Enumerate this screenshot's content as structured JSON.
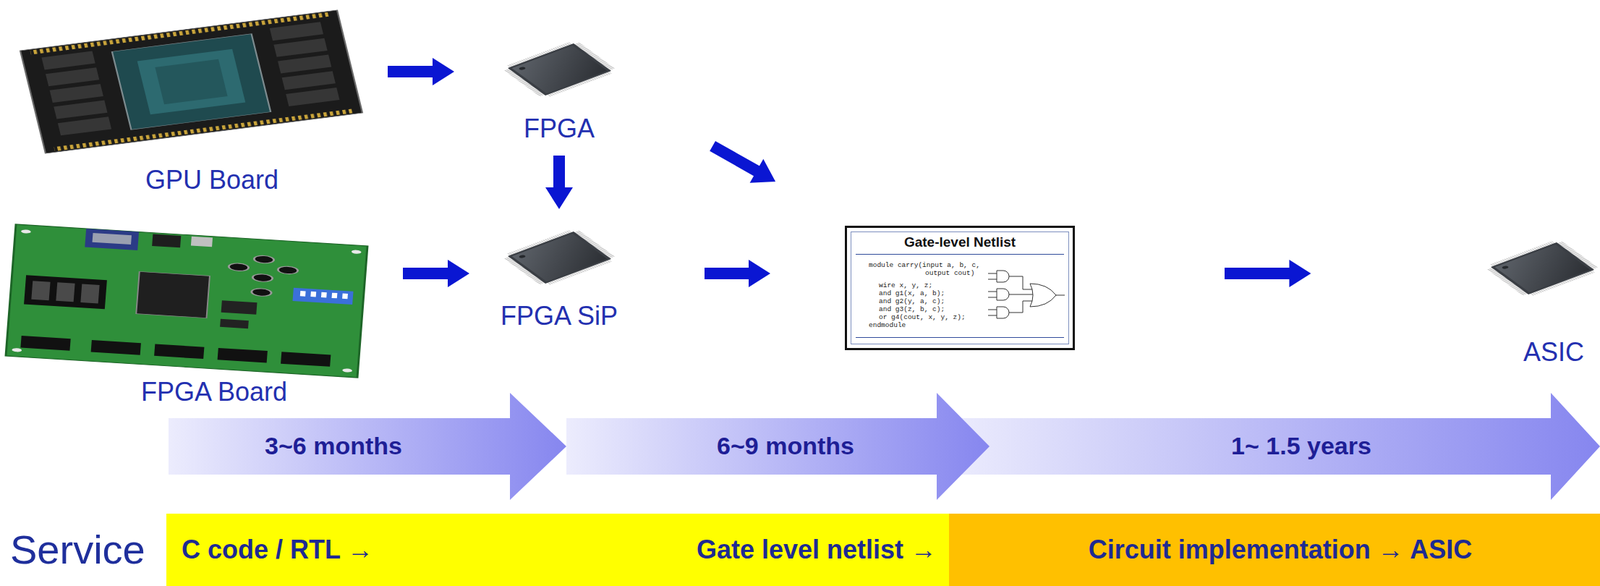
{
  "diagram": {
    "nodes": [
      {
        "text": [
          "GPU Board"
        ]
      },
      {
        "text": [
          "FPGA"
        ]
      },
      {
        "text": [
          "FPGA Board"
        ]
      },
      {
        "text": [
          "FPGA SiP"
        ]
      },
      {
        "text": [
          "Gate-level Netlist",
          "module carry(input a, b, c,",
          "output cout)",
          "wire x, y, z;",
          "and g1(x, a, b);",
          "and g2(y, a, c);",
          "and g3(z, b, c);",
          "or g4(cout, x, y, z);",
          "endmodule"
        ]
      },
      {
        "text": [
          "ASIC"
        ]
      },
      {
        "text": [
          "3~6 months"
        ]
      },
      {
        "text": [
          "6~9 months"
        ]
      },
      {
        "text": [
          "1~ 1.5 years"
        ]
      },
      {
        "text": [
          "C code / RTL →",
          "Gate level netlist →"
        ]
      },
      {
        "text": [
          "Circuit implementation → ASIC"
        ]
      }
    ],
    "edges": [
      {
        "from": 0,
        "to": 1,
        "arrow": "to"
      },
      {
        "from": 2,
        "to": 3,
        "arrow": "to"
      },
      {
        "from": 1,
        "to": 3,
        "arrow": "to"
      },
      {
        "from": 1,
        "to": 4,
        "arrow": "to"
      },
      {
        "from": 3,
        "to": 4,
        "arrow": "to"
      },
      {
        "from": 4,
        "to": 5,
        "arrow": "to"
      }
    ],
    "labels": [
      "Service"
    ]
  }
}
